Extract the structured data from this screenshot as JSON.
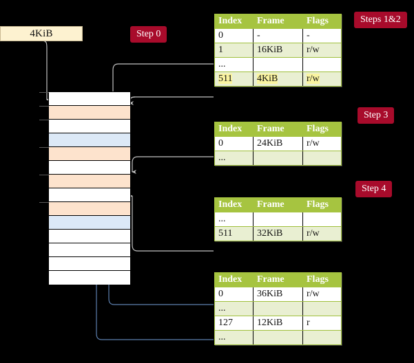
{
  "page_box": {
    "label": "4KiB"
  },
  "steps": [
    {
      "name": "step-0",
      "label": "Step 0"
    },
    {
      "name": "steps-1-2",
      "label": "Steps 1&2"
    },
    {
      "name": "step-3",
      "label": "Step 3"
    },
    {
      "name": "step-4",
      "label": "Step 4"
    }
  ],
  "memory": {
    "rows": [
      {
        "fill": "white"
      },
      {
        "fill": "orange"
      },
      {
        "fill": "white"
      },
      {
        "fill": "blue"
      },
      {
        "fill": "orange"
      },
      {
        "fill": "white"
      },
      {
        "fill": "orange"
      },
      {
        "fill": "white"
      },
      {
        "fill": "orange"
      },
      {
        "fill": "blue"
      },
      {
        "fill": "white"
      },
      {
        "fill": "white"
      },
      {
        "fill": "white"
      },
      {
        "fill": "white"
      }
    ],
    "ticks": [
      0,
      1,
      2,
      4,
      6,
      8
    ]
  },
  "tables": [
    {
      "name": "page-table-level-4",
      "headers": [
        "Index",
        "Frame",
        "Flags"
      ],
      "rows": [
        {
          "cells": [
            "0",
            "-",
            "-"
          ],
          "alt": false,
          "highlight": false
        },
        {
          "cells": [
            "1",
            "16KiB",
            "r/w"
          ],
          "alt": true,
          "highlight": false
        },
        {
          "cells": [
            "...",
            "",
            ""
          ],
          "alt": false,
          "highlight": false
        },
        {
          "cells": [
            "511",
            "4KiB",
            "r/w"
          ],
          "alt": true,
          "highlight": true
        }
      ]
    },
    {
      "name": "page-table-level-3",
      "headers": [
        "Index",
        "Frame",
        "Flags"
      ],
      "rows": [
        {
          "cells": [
            "0",
            "24KiB",
            "r/w"
          ],
          "alt": false,
          "highlight": false
        },
        {
          "cells": [
            "...",
            "",
            ""
          ],
          "alt": true,
          "highlight": false
        }
      ]
    },
    {
      "name": "page-table-level-2",
      "headers": [
        "Index",
        "Frame",
        "Flags"
      ],
      "rows": [
        {
          "cells": [
            "...",
            "",
            ""
          ],
          "alt": false,
          "highlight": false
        },
        {
          "cells": [
            "511",
            "32KiB",
            "r/w"
          ],
          "alt": true,
          "highlight": false
        }
      ]
    },
    {
      "name": "page-table-level-1",
      "headers": [
        "Index",
        "Frame",
        "Flags"
      ],
      "rows": [
        {
          "cells": [
            "0",
            "36KiB",
            "r/w"
          ],
          "alt": false,
          "highlight": false
        },
        {
          "cells": [
            "...",
            "",
            ""
          ],
          "alt": true,
          "highlight": false
        },
        {
          "cells": [
            "127",
            "12KiB",
            "r"
          ],
          "alt": false,
          "highlight": false
        },
        {
          "cells": [
            "...",
            "",
            ""
          ],
          "alt": true,
          "highlight": false
        }
      ]
    }
  ],
  "colors": {
    "background": "#000000",
    "pill": "#a80b2b",
    "table_header": "#a6c440",
    "table_alt_row": "#e9efd2",
    "highlight": "#faf4a0",
    "page_box": "#fdf2d0",
    "mem_orange": "#fde3cd",
    "mem_blue": "#dce9f7",
    "gray_arrow": "#b9b9b9",
    "blue_arrow": "#5c7fae"
  }
}
